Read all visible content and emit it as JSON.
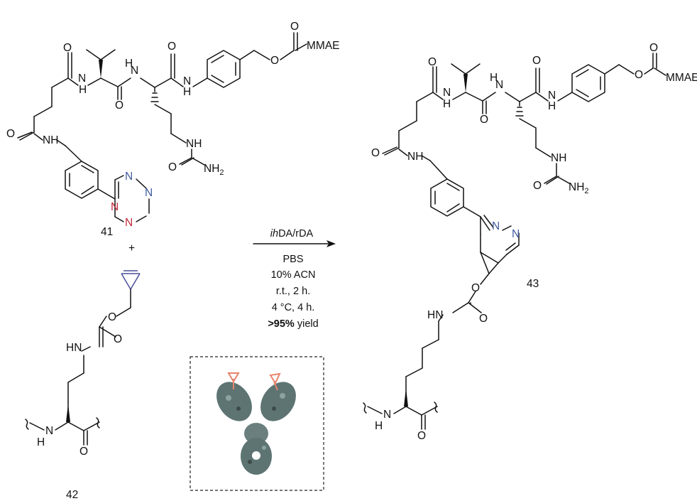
{
  "compounds": {
    "tetrazine_linker": {
      "label": "41"
    },
    "cyclopropene_lysine": {
      "label": "42"
    },
    "product": {
      "label": "43"
    }
  },
  "plus_sign": "+",
  "atoms": {
    "mmae": "MMAE",
    "oxygen": "O",
    "nitrogen": "N",
    "amine_h": "H",
    "nh": "NH",
    "hn": "HN",
    "nh2_main": "NH",
    "nh2_sub": "2"
  },
  "reaction": {
    "type_italic": "ih",
    "type_rest": "DA/rDA",
    "conditions": [
      "PBS",
      "10% ACN",
      "r.t., 2 h.",
      "4 °C, 4 h."
    ],
    "yield_bold": ">95%",
    "yield_rest": " yield"
  },
  "colors": {
    "bond": "#111111",
    "tetrazine_n_blue": "#3f5a9e",
    "tetrazine_n_red": "#c0273a",
    "cyclopropene": "#4a4f9a",
    "antibody": "#5d7472",
    "antibody_tag": "#e8846c"
  },
  "antibody_inset": {
    "icon": "antibody-icon"
  }
}
